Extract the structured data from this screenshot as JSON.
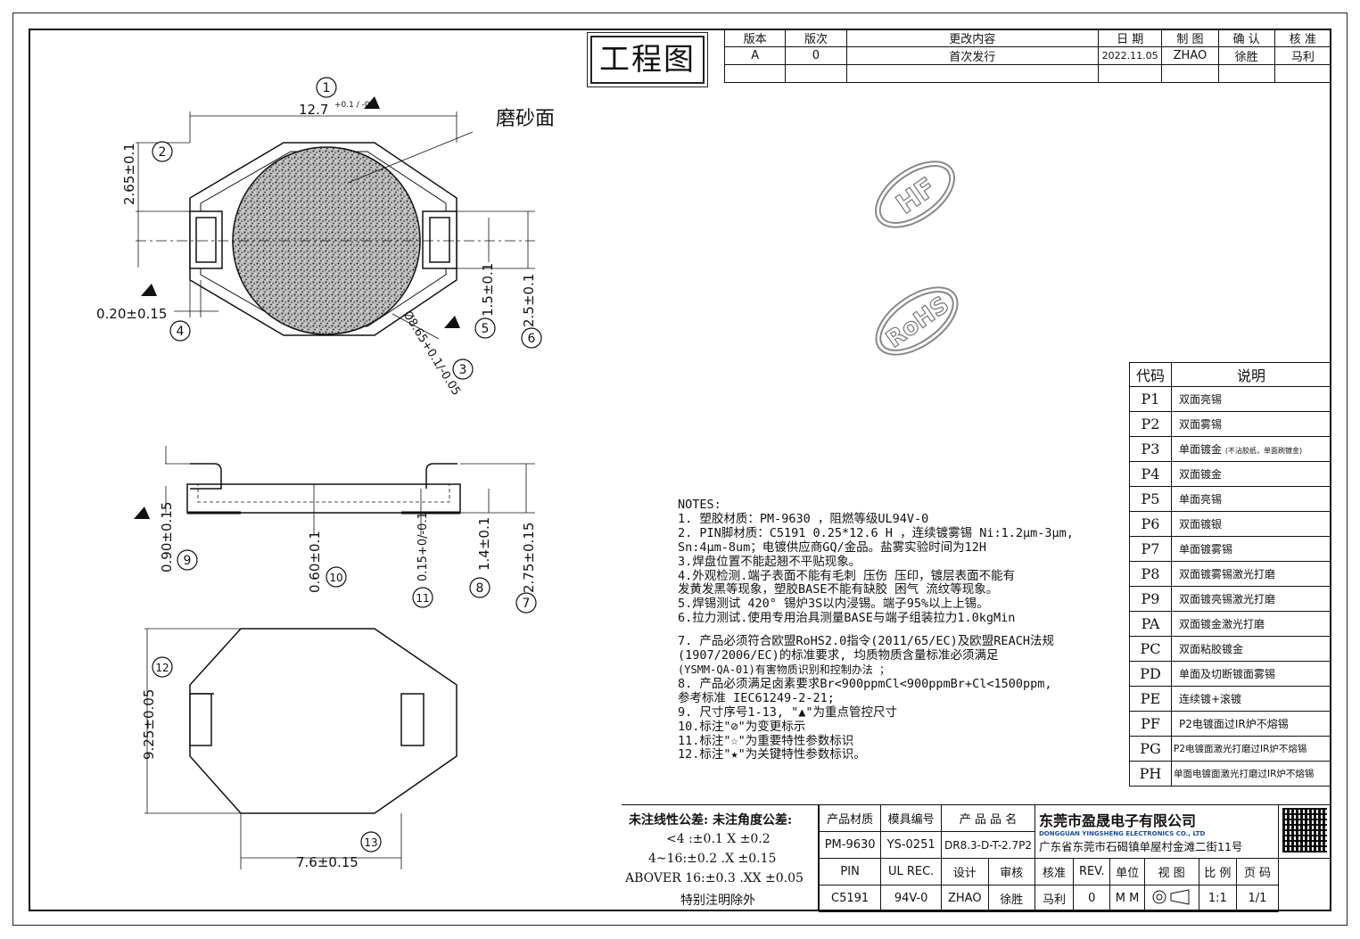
{
  "title_stamp": "工程图",
  "revision_table": {
    "headers": [
      "版本",
      "版次",
      "更改内容",
      "日 期",
      "制 图",
      "确 认",
      "核 准"
    ],
    "rows": [
      [
        "A",
        "0",
        "首次发行",
        "2022.11.05",
        "ZHAO",
        "徐胜",
        "马利"
      ]
    ]
  },
  "marks": {
    "hf": "HF",
    "rohs": "RoHS"
  },
  "drawing_labels": {
    "frosted": "磨砂面",
    "dim1": "12.7",
    "dim1_tol": "+0.1 / -0",
    "dim2": "2.65±0.1",
    "dim3": "Ø8.65+0.1/-0.05",
    "dim4": "0.20±0.15",
    "dim5": "1.5±0.1",
    "dim6": "2.5±0.1",
    "dim7": "2.75±0.15",
    "dim8": "1.4±0.1",
    "dim9": "0.90±0.15",
    "dim10": "0.60±0.1",
    "dim11": "0.15+0/-0.1",
    "dim12": "9.25±0.05",
    "dim13": "7.6±0.15",
    "n1": "1",
    "n2": "2",
    "n3": "3",
    "n4": "4",
    "n5": "5",
    "n6": "6",
    "n7": "7",
    "n8": "8",
    "n9": "9",
    "n10": "10",
    "n11": "11",
    "n12": "12",
    "n13": "13"
  },
  "codes": {
    "header": [
      "代码",
      "说明"
    ],
    "rows": [
      {
        "code": "P1",
        "desc": "双面亮锡"
      },
      {
        "code": "P2",
        "desc": "双面雾锡"
      },
      {
        "code": "P3",
        "desc": "单面镀金",
        "note": "(不沾胶纸，单面刷镀金)"
      },
      {
        "code": "P4",
        "desc": "双面镀金"
      },
      {
        "code": "P5",
        "desc": "单面亮锡"
      },
      {
        "code": "P6",
        "desc": "双面镀银"
      },
      {
        "code": "P7",
        "desc": "单面镀雾锡"
      },
      {
        "code": "P8",
        "desc": "双面镀雾锡激光打磨"
      },
      {
        "code": "P9",
        "desc": "双面镀亮锡激光打磨"
      },
      {
        "code": "PA",
        "desc": "双面镀金激光打磨"
      },
      {
        "code": "PC",
        "desc": "双面粘胶镀金"
      },
      {
        "code": "PD",
        "desc": "单面及切断镀面雾锡"
      },
      {
        "code": "PE",
        "desc": "连续镀+滚镀"
      },
      {
        "code": "PF",
        "desc": "P2电镀面过IR炉不熔锡"
      },
      {
        "code": "PG",
        "desc": "P2电镀面激光打磨过IR炉不熔锡"
      },
      {
        "code": "PH",
        "desc": "单面电镀面激光打磨过IR炉不熔锡"
      }
    ]
  },
  "notes": [
    "NOTES:",
    " 1. 塑胶材质：PM-9630 ，阻燃等级UL94V-0",
    " 2. PIN脚材质：C5191  0.25*12.6 H ，连续镀雾锡 Ni:1.2μm-3μm,",
    "    Sn:4μm-8um；电镀供应商GQ/金品。盐雾实验时间为12H",
    " 3.焊盘位置不能起翘不平贴现象。",
    " 4.外观检测.端子表面不能有毛刺 压伤 压印，镀层表面不能有",
    "   发黄发黑等现象，塑胶BASE不能有缺胶 困气 流纹等现象。",
    " 5.焊锡测试 420° 锡炉3S以内浸锡。端子95%以上上锡。",
    " 6.拉力测试.使用专用治具测量BASE与端子组装拉力1.0kgMin",
    "",
    " 7. 产品必须符合欧盟RoHS2.0指令(2011/65/EC)及欧盟REACH法规",
    "    (1907/2006/EC)的标准要求, 均质物质含量标准必须满足",
    "    (YSMM-QA-01)有害物质识别和控制办法 ；",
    " 8. 产品必须满足卤素要求Br<900ppmCl<900ppmBr+Cl<1500ppm,",
    "    参考标准 IEC61249-2-21;",
    " 9. 尺寸序号1-13, \"▲\"为重点管控尺寸",
    "10.标注\"⊘\"为变更标示",
    "11.标注\"☆\"为重要特性参数标识",
    "12.标注\"★\"为关键特性参数标识。"
  ],
  "tolerances": {
    "line1": "未注线性公差:  未注角度公差:",
    "line2": "<4 :±0.1  X ±0.2",
    "line3": "4~16:±0.2  .X ±0.15",
    "line4": "ABOVER 16:±0.3  .XX ±0.05",
    "line5": "特别注明除外"
  },
  "title_block": {
    "material_label": "产品材质",
    "mold_label": "模具编号",
    "product_label": "产 品 品 名",
    "material": "PM-9630",
    "mold": "YS-0251",
    "product": "DR8.3-D-T-2.7P2",
    "company_cn": "东莞市盈晟电子有限公司",
    "company_en": "DONGGUAN YINGSHENG ELECTRONICS CO., LTD",
    "address": "广东省东莞市石碣镇单屋村金滩二街11号",
    "pin_label": "PIN",
    "ul_label": "UL REC.",
    "design_label": "设计",
    "review_label": "审核",
    "approve_label": "核准",
    "rev_label": "REV.",
    "unit_label": "单位",
    "view_label": "视 图",
    "scale_label": "比 例",
    "page_label": "页 码",
    "pin": "C5191",
    "ul": "94V-0",
    "designer": "ZHAO",
    "reviewer": "徐胜",
    "approver": "马利",
    "rev": "0",
    "unit": "M M",
    "scale": "1:1",
    "page": "1/1"
  }
}
